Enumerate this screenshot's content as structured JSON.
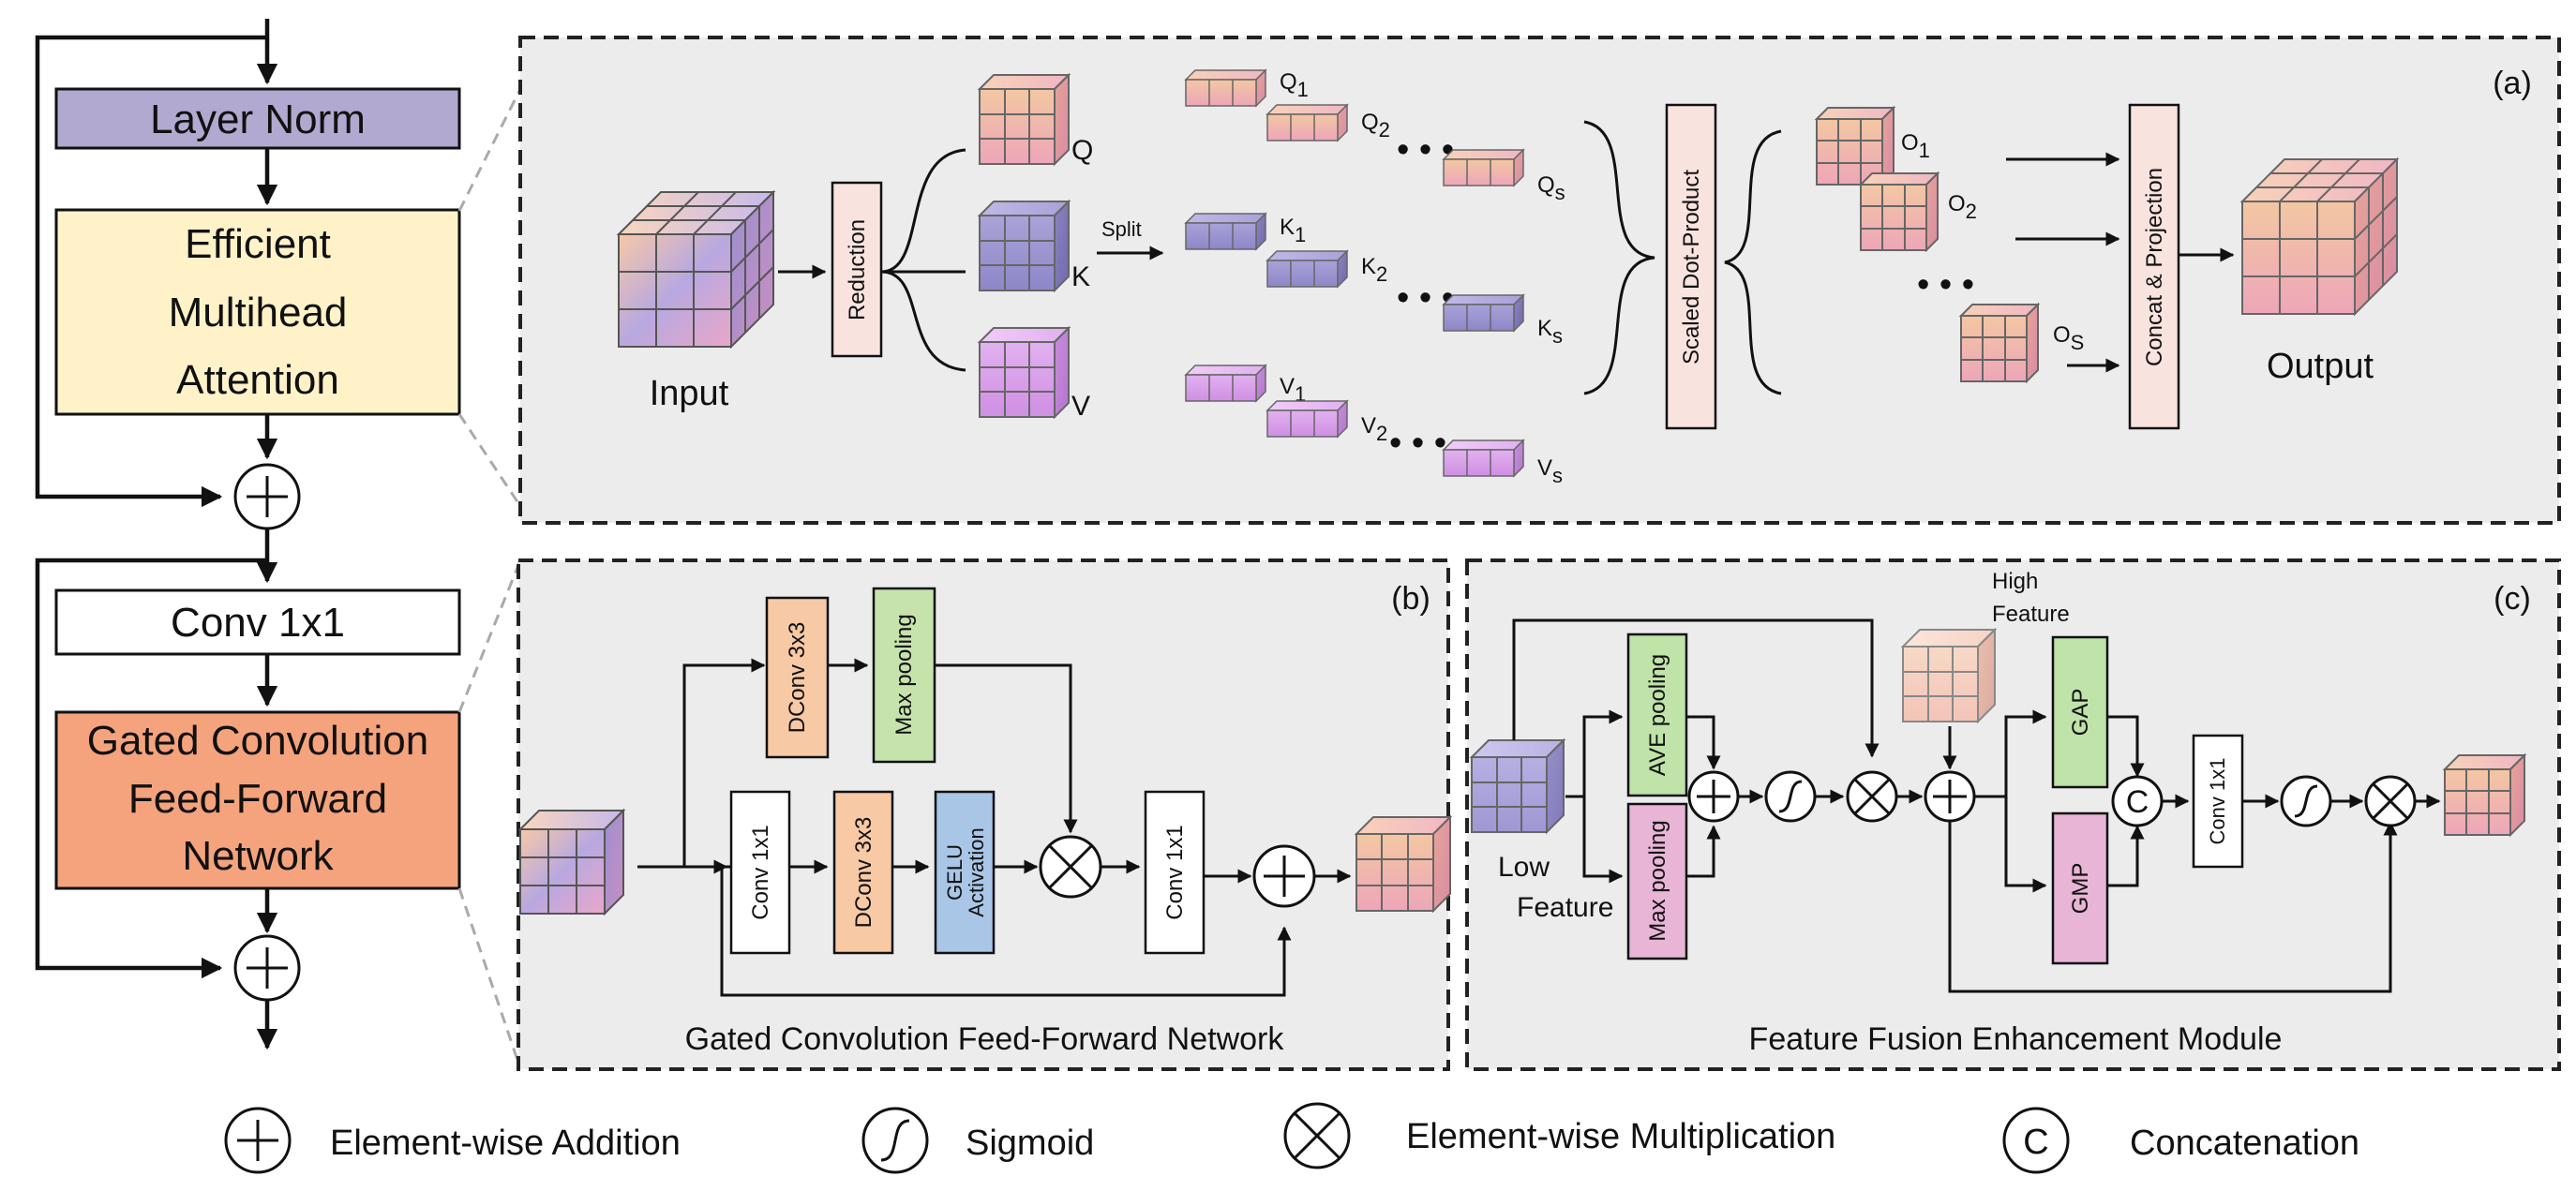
{
  "left_column": {
    "layer_norm": "Layer Norm",
    "efficient_line1": "Efficient",
    "efficient_line2": "Multihead",
    "efficient_line3": "Attention",
    "conv1x1": "Conv 1x1",
    "gated_line1": "Gated Convolution",
    "gated_line2": "Feed-Forward",
    "gated_line3": "Network"
  },
  "panel_a": {
    "tag": "(a)",
    "input": "Input",
    "reduction": "Reduction",
    "q": "Q",
    "k": "K",
    "v": "V",
    "split": "Split",
    "q1": "Q",
    "q1_sub": "1",
    "q2": "Q",
    "q2_sub": "2",
    "qs": "Q",
    "qs_sub": "s",
    "k1": "K",
    "k1_sub": "1",
    "k2": "K",
    "k2_sub": "2",
    "ks": "K",
    "ks_sub": "s",
    "v1": "V",
    "v1_sub": "1",
    "v2": "V",
    "v2_sub": "2",
    "vs": "V",
    "vs_sub": "s",
    "scaled": "Scaled Dot-Product",
    "o1": "O",
    "o1_sub": "1",
    "o2": "O",
    "o2_sub": "2",
    "os": "O",
    "os_sub": "S",
    "concat": "Concat & Projection",
    "output": "Output"
  },
  "panel_b": {
    "tag": "(b)",
    "dconv_top": "DConv 3x3",
    "maxpool": "Max pooling",
    "conv1": "Conv 1x1",
    "dconv": "DConv 3x3",
    "gelu1": "GELU",
    "gelu2": "Activation",
    "conv2": "Conv 1x1",
    "caption": "Gated Convolution Feed-Forward Network"
  },
  "panel_c": {
    "tag": "(c)",
    "high1": "High",
    "high2": "Feature",
    "low1": "Low",
    "low2": "Feature",
    "ave": "AVE pooling",
    "maxpool": "Max pooling",
    "gap": "GAP",
    "gmp": "GMP",
    "conv": "Conv 1x1",
    "concat_symbol": "C",
    "caption": "Feature Fusion Enhancement Module"
  },
  "legend": {
    "addition": "Element-wise Addition",
    "sigmoid": "Sigmoid",
    "multiplication": "Element-wise Multiplication",
    "concat_symbol": "C",
    "concatenation": "Concatenation"
  },
  "colors": {
    "layer_norm": "#b2a9d0",
    "efficient": "#fff2c9",
    "gated": "#f4a37d",
    "reduction": "#f9e3df",
    "dconv": "#f7c9a4",
    "maxpool_b": "#c6e3ac",
    "gelu": "#a9c6e6",
    "pool_green": "#bfe3a8",
    "pool_pink": "#e8b5d6",
    "panel_bg": "#ececec"
  },
  "icons": [
    "plus-circle-icon",
    "sigmoid-icon",
    "times-circle-icon",
    "c-circle-icon",
    "cube-icon"
  ]
}
